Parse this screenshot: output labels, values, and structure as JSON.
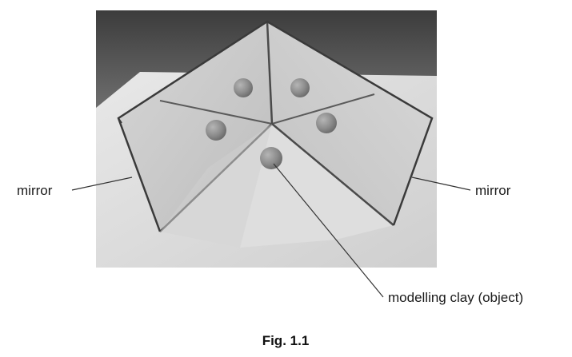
{
  "labels": {
    "left_mirror": "mirror",
    "right_mirror": "mirror",
    "object": "modelling clay (object)"
  },
  "caption": "Fig. 1.1",
  "colors": {
    "background": "#ffffff",
    "label_text": "#1a1a1a",
    "leader_line": "#333333"
  },
  "clay_balls_visible": 5
}
